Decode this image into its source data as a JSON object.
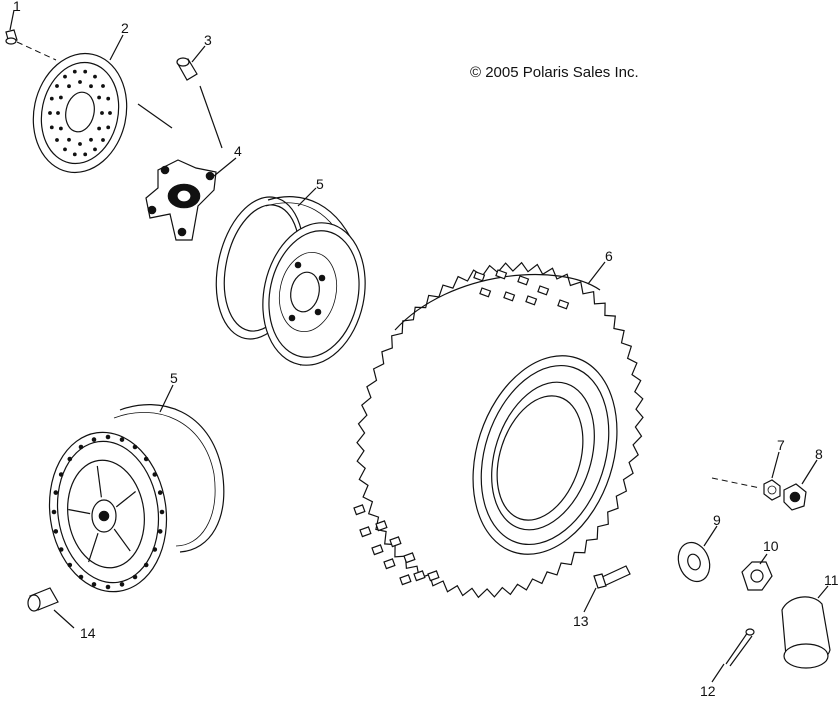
{
  "copyright": "© 2005 Polaris Sales Inc.",
  "callouts": {
    "c1": "1",
    "c2": "2",
    "c3": "3",
    "c4": "4",
    "c5a": "5",
    "c5b": "5",
    "c6": "6",
    "c7": "7",
    "c8": "8",
    "c9": "9",
    "c10": "10",
    "c11": "11",
    "c12": "12",
    "c13": "13",
    "c14": "14"
  }
}
